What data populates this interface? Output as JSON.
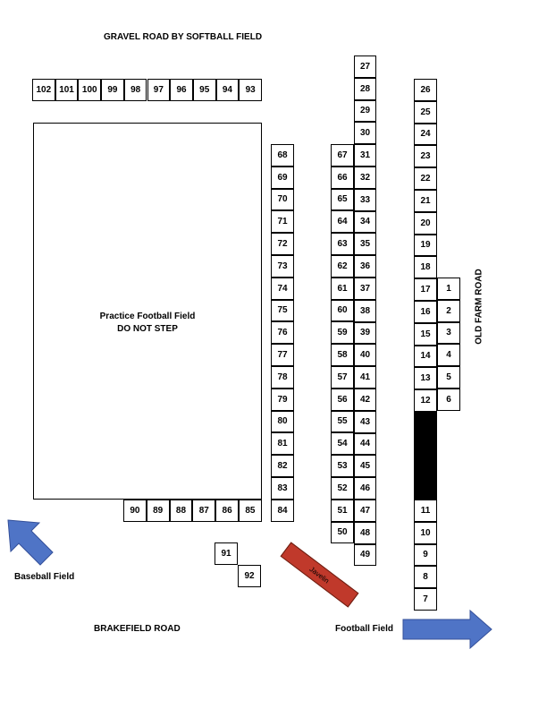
{
  "labels": {
    "gravel_road": "GRAVEL ROAD BY SOFTBALL FIELD",
    "brakefield_road": "BRAKEFIELD ROAD",
    "old_farm_road": "OLD FARM ROAD",
    "baseball_field": "Baseball Field",
    "football_field": "Football Field",
    "practice_field_line1": "Practice Football Field",
    "practice_field_line2": "DO NOT STEP",
    "javelin": "Javelin"
  },
  "colors": {
    "arrow_fill": "#4f74c6",
    "javelin_fill": "#c0392b",
    "blocked": "#000000"
  },
  "rows": {
    "top": [
      "102",
      "101",
      "100",
      "99",
      "98",
      "97",
      "96",
      "95",
      "94",
      "93"
    ],
    "bottom": [
      "90",
      "89",
      "88",
      "87",
      "86",
      "85"
    ]
  },
  "columns": {
    "col_68": [
      "68",
      "69",
      "70",
      "71",
      "72",
      "73",
      "74",
      "75",
      "76",
      "77",
      "78",
      "79",
      "80",
      "81",
      "82",
      "83",
      "84"
    ],
    "col_67": [
      "67",
      "66",
      "65",
      "64",
      "63",
      "62",
      "61",
      "60",
      "59",
      "58",
      "57",
      "56",
      "55",
      "54",
      "53",
      "52",
      "51",
      "50"
    ],
    "col_27": [
      "27",
      "28",
      "29",
      "30",
      "31",
      "32",
      "33",
      "34",
      "35",
      "36",
      "37",
      "38",
      "39",
      "40",
      "41",
      "42",
      "43",
      "44",
      "45",
      "46",
      "47",
      "48",
      "49"
    ],
    "col_26": [
      "26",
      "25",
      "24",
      "23",
      "22",
      "21",
      "20",
      "19",
      "18",
      "17",
      "16",
      "15",
      "14",
      "13",
      "12"
    ],
    "col_11": [
      "11",
      "10",
      "9",
      "8",
      "7"
    ],
    "col_1": [
      "1",
      "2",
      "3",
      "4",
      "5",
      "6"
    ]
  },
  "singles": {
    "s91": "91",
    "s92": "92"
  }
}
